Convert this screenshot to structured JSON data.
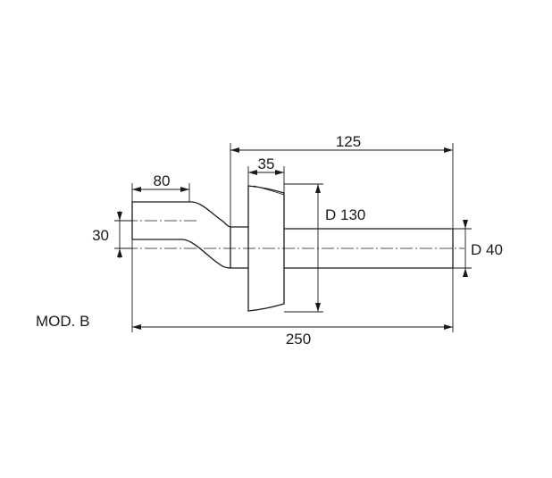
{
  "drawing": {
    "model_label": "MOD. B",
    "dimensions": {
      "overall_length": "250",
      "neck_to_end": "125",
      "inlet_length": "80",
      "flange_width": "35",
      "offset": "30",
      "flange_diameter": "D 130",
      "outlet_diameter": "D 40"
    }
  }
}
